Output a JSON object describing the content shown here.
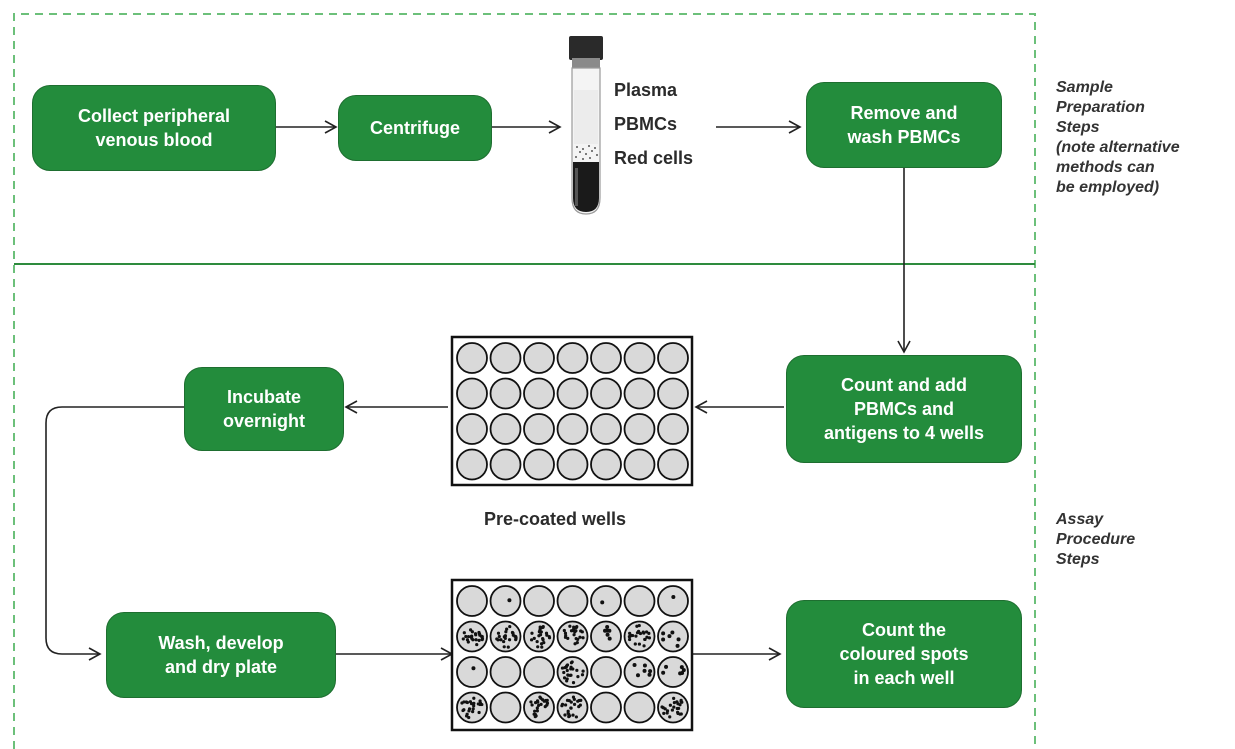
{
  "sections": {
    "sample_label": "Sample\nPreparation\nSteps\n(note alternative\nmethods can\nbe employed)",
    "assay_label": "Assay\nProcedure\nSteps"
  },
  "steps": {
    "collect": "Collect peripheral\nvenous blood",
    "centrifuge": "Centrifuge",
    "remove_wash": "Remove and\nwash PBMCs",
    "count_add": "Count and add\nPBMCs and\nantigens to 4 wells",
    "incubate": "Incubate\novernight",
    "wash_develop": "Wash, develop\nand dry plate",
    "count_spots": "Count the\ncoloured spots\nin each well"
  },
  "tube": {
    "layers": [
      "Plasma",
      "PBMCs",
      "Red cells"
    ]
  },
  "plates": {
    "precoated_label": "Pre-coated wells",
    "rows": 4,
    "cols": 7,
    "developed_spot_levels": [
      [
        0,
        1,
        0,
        0,
        1,
        0,
        1
      ],
      [
        3,
        3,
        3,
        3,
        2,
        3,
        2
      ],
      [
        1,
        0,
        0,
        3,
        0,
        2,
        2
      ],
      [
        3,
        0,
        3,
        3,
        0,
        0,
        3
      ]
    ]
  },
  "colors": {
    "box_fill": "#238c3c",
    "dash": "#6cc07a",
    "divider": "#2e8b3e",
    "well_fill": "#d9d9d9"
  }
}
